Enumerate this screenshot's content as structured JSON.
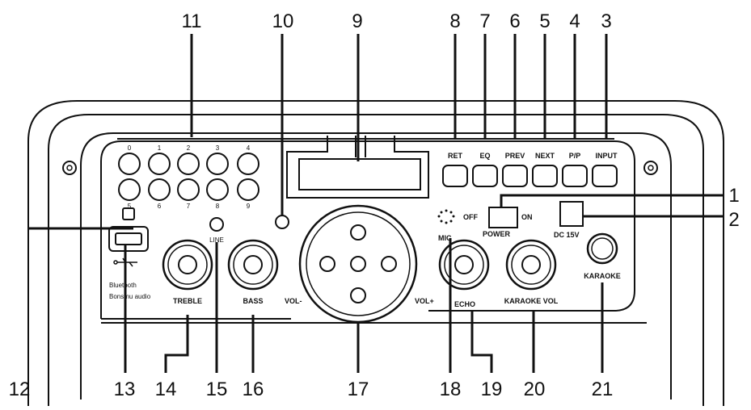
{
  "callouts": {
    "n1": "1",
    "n2": "2",
    "n3": "3",
    "n4": "4",
    "n5": "5",
    "n6": "6",
    "n7": "7",
    "n8": "8",
    "n9": "9",
    "n10": "10",
    "n11": "11",
    "n12": "12",
    "n13": "13",
    "n14": "14",
    "n15": "15",
    "n16": "16",
    "n17": "17",
    "n18": "18",
    "n19": "19",
    "n20": "20",
    "n21": "21"
  },
  "panel": {
    "buttons": {
      "ret": "RET",
      "eq": "EQ",
      "prev": "PREV",
      "next": "NEXT",
      "pp": "P/P",
      "input": "INPUT"
    },
    "keypad": [
      "0",
      "1",
      "2",
      "3",
      "4",
      "5",
      "6",
      "7",
      "8",
      "9"
    ],
    "line": "LINE",
    "mic": "MIC",
    "off": "OFF",
    "on": "ON",
    "power": "POWER",
    "dc": "DC 15V",
    "treble": "TREBLE",
    "bass": "BASS",
    "vol_minus": "VOL-",
    "vol_plus": "VOL+",
    "echo": "ECHO",
    "karaoke_vol": "KARAOKE VOL",
    "karaoke": "KARAOKE",
    "bluetooth": "Bluetooth",
    "bluetooth_sub": "Bonsmu audio"
  }
}
